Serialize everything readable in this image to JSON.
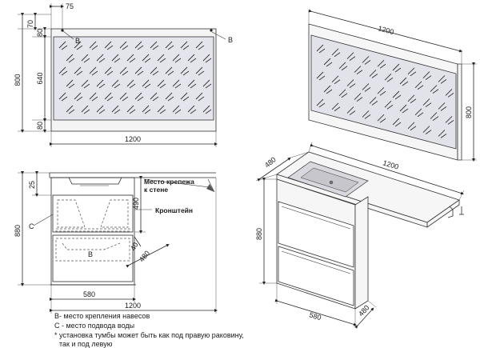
{
  "mirror_front": {
    "width_label": "1200",
    "height_label": "800",
    "top_panel_label": "80",
    "glass_label": "640",
    "bottom_panel_label": "80",
    "offset_side_label": "75",
    "offset_top_label": "70",
    "mount_point_left": "B",
    "mount_point_right": "B"
  },
  "mirror_3d": {
    "width_label": "1200",
    "height_label": "800"
  },
  "cabinet_side": {
    "depth_label": "580",
    "overall_width_label": "1200",
    "height_label": "880",
    "top_label": "25",
    "mount_height_label": "490",
    "inner_label_40": "40",
    "inner_depth_label": "480",
    "inner_b_label": "B",
    "water_label": "C",
    "mount_callout": "Место крепежа\nк стене",
    "bracket_callout": "Кронштейн"
  },
  "cabinet_3d": {
    "depth_label": "480",
    "width_label": "1200",
    "height_label": "880",
    "base_width_label": "580",
    "base_depth_label": "480"
  },
  "legend": {
    "line_b": "В- место крепления навесов",
    "line_c": "С - место подвода воды",
    "line_note1": "* установка тумбы может быть как под правую раковину,",
    "line_note2": "так и под левую"
  }
}
